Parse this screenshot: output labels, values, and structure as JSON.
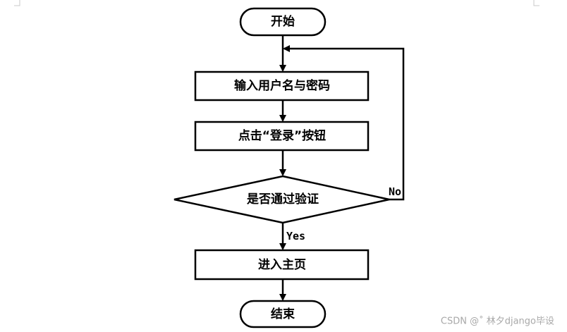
{
  "flowchart": {
    "start": "开始",
    "input_step": "输入用户名与密码",
    "click_step": "点击“登录”按钮",
    "decision": "是否通过验证",
    "yes_label": "Yes",
    "no_label": "No",
    "home_step": "进入主页",
    "end": "结束"
  },
  "watermark": {
    "text": "CSDN @˚ 林夕django毕设"
  }
}
